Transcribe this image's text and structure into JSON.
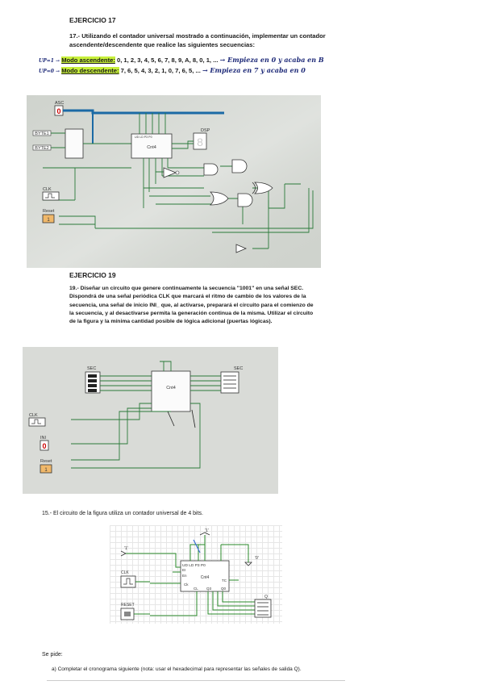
{
  "ex17": {
    "header": "EJERCICIO 17",
    "statement_line1": "17.- Utilizando el contador universal mostrado a continuación, implementar un contador",
    "statement_line2": "ascendente/descendente que realice las siguientes secuencias:",
    "asc_note": "UP=1 →",
    "asc_label": "Modo ascendente:",
    "asc_seq": " 0, 1, 2, 3, 4, 5, 6, 7, 8, 9, A, 8, 0, 1, ...",
    "asc_hand": "→ Empieza en 0 y acaba en B",
    "desc_note": "UP=0 →",
    "desc_label": "Modo descendente:",
    "desc_seq": " 7, 6, 5, 4, 3, 2, 1, 0, 7, 6, 5, ...",
    "desc_hand": "→ Empieza en 7 y acaba en 0"
  },
  "circuit1": {
    "asc": "ASC",
    "btn1": "BYTE1",
    "btn2": "BYTE2",
    "clk": "CLK",
    "reset": "Reset",
    "cnt": "Cnt4",
    "pins": "UD  LD  P3  P0",
    "dsp": "DSP"
  },
  "ex19": {
    "header": "EJERCICIO 19",
    "lines": [
      "19.- Diseñar un circuito que genere continuamente la secuencia \"1001\" en una señal SEC.",
      "Dispondrá de una señal periódica CLK que marcará el ritmo de cambio de los valores de la",
      "secuencia, una señal de inicio INI_ que, al activarse, preparará el circuito para el comienzo de",
      "la secuencia, y al desactivarse permita la generación continua de la misma. Utilizar el circuito",
      "de la figura y la mínima cantidad posible de lógica adicional (puertas lógicas)."
    ]
  },
  "circuit2": {
    "sec_in": "SEC",
    "sec_out": "SEC",
    "cnt": "Cnt4",
    "clk": "CLK",
    "ini": "INI",
    "reset": "Reset"
  },
  "ex15": {
    "statement": "15.- El circuito de la figura utiliza un contador universal de 4 bits.",
    "one_top": "'1'",
    "one_left": "'1'",
    "zero": "'0'",
    "clk": "CLK",
    "reset": "RESET",
    "cnt": "Cnt4",
    "pins_top": "UD  LD  P3      P0",
    "en": "En",
    "ei": "EI",
    "tc": "TC",
    "ck": "Ck",
    "cl": "CL",
    "q3": "Q3",
    "q0": "Q0",
    "q": "Q",
    "se_pide": "Se pide:",
    "item_a": "a)   Completar el cronograma siguiente (nota: usar el hexadecimal para representar las señales de salida Q)."
  }
}
